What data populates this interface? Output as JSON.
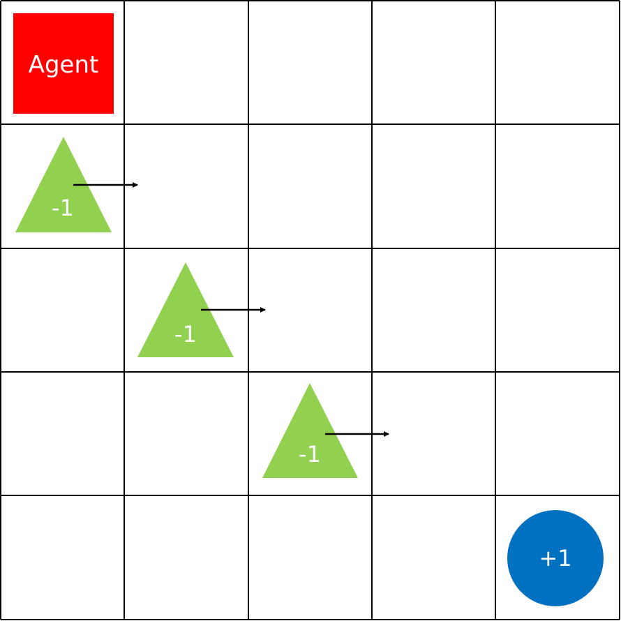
{
  "grid": {
    "rows": 5,
    "cols": 5
  },
  "agent": {
    "label": "Agent",
    "color": "#ff0000",
    "row": 0,
    "col": 0
  },
  "obstacles": [
    {
      "label": "-1",
      "row": 1,
      "col": 0,
      "moves": "right"
    },
    {
      "label": "-1",
      "row": 2,
      "col": 1,
      "moves": "right"
    },
    {
      "label": "-1",
      "row": 3,
      "col": 2,
      "moves": "right"
    }
  ],
  "obstacle_color": "#92d050",
  "goal": {
    "label": "+1",
    "color": "#0070c0",
    "row": 4,
    "col": 4
  }
}
